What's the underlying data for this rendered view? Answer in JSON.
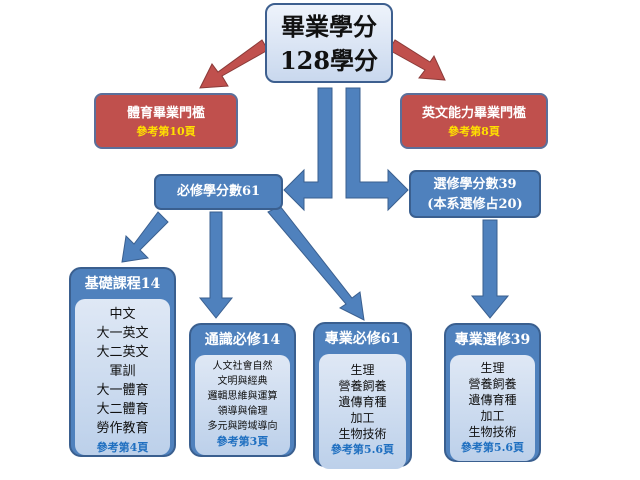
{
  "total": {
    "line1": "畢業學分",
    "line2": "128學分"
  },
  "pe_threshold": {
    "title": "體育畢業門檻",
    "ref": "參考第10頁"
  },
  "english_threshold": {
    "title": "英文能力畢業門檻",
    "ref": "參考第8頁"
  },
  "required": {
    "title": "必修學分數61"
  },
  "elective": {
    "line1": "選修學分數39",
    "line2": "(本系選修占20)"
  },
  "basic": {
    "title": "基礎課程14",
    "items": [
      "中文",
      "大一英文",
      "大二英文",
      "軍訓",
      "大一體育",
      "大二體育",
      "勞作教育"
    ],
    "ref": "參考第4頁"
  },
  "general": {
    "title": "通識必修14",
    "items": [
      "人文社會自然",
      "文明與經典",
      "邏輯思維與運算",
      "領導與倫理",
      "多元與跨域導向"
    ],
    "ref": "參考第3頁"
  },
  "major_required": {
    "title": "專業必修61",
    "items": [
      "生理",
      "營養飼養",
      "遺傳育種",
      "加工",
      "生物技術"
    ],
    "ref": "參考第5.6頁"
  },
  "major_elective": {
    "title": "專業選修39",
    "items": [
      "生理",
      "營養飼養",
      "遺傳育種",
      "加工",
      "生物技術"
    ],
    "ref": "參考第5.6頁"
  },
  "colors": {
    "blue": "#4f81bd",
    "red": "#c0504d"
  }
}
